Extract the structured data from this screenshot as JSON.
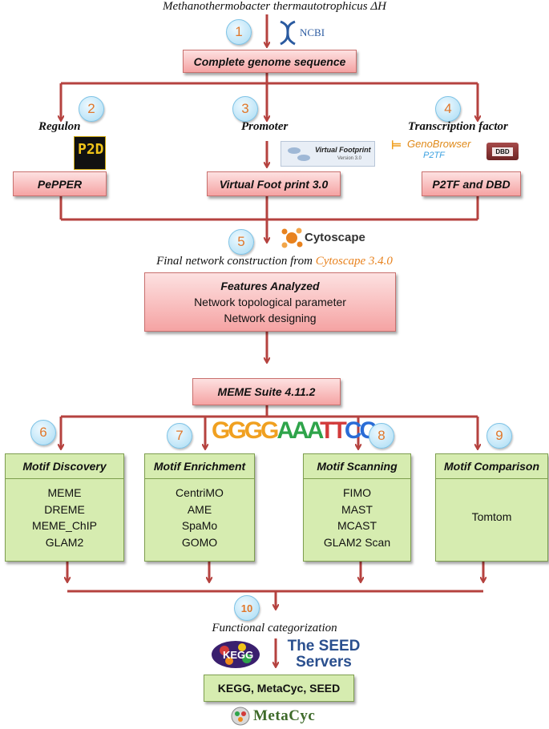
{
  "top_title": "Methanothermobacter thermautotrophicus ΔH",
  "steps": [
    "1",
    "2",
    "3",
    "4",
    "5",
    "6",
    "7",
    "8",
    "9",
    "10"
  ],
  "logos": {
    "ncbi": "NCBI",
    "virtual_footprint": "Virtual Footprint",
    "virtual_footprint_version": "Version 3.0",
    "genobrowser": "GenoBrowser",
    "p2tf_logo": "P2TF",
    "dbd_logo": "DBD",
    "cytoscape": "Cytoscape",
    "seed": [
      "The SEED",
      "Servers"
    ],
    "kegg": "KEGG",
    "metacyc": "MetaCyc"
  },
  "boxes": {
    "genome": "Complete genome sequence",
    "pepper": "PePPER",
    "virtual_footprint": "Virtual Foot print 3.0",
    "p2tf": "P2TF and DBD",
    "meme_suite": "MEME Suite 4.11.2",
    "functional_db": "KEGG, MetaCyc, SEED"
  },
  "labels": {
    "regulon": "Regulon",
    "promoter": "Promoter",
    "tf": "Transcription factor",
    "final_prefix": "Final network construction from ",
    "final_tool": "Cytoscape 3.4.0",
    "functional": "Functional categorization"
  },
  "features": {
    "title": "Features Analyzed",
    "items": [
      "Network topological parameter",
      "Network designing"
    ]
  },
  "motif_logo": "GGGGAAATTCC",
  "motif_groups": [
    {
      "title": "Motif Discovery",
      "items": [
        "MEME",
        "DREME",
        "MEME_ChIP",
        "GLAM2"
      ]
    },
    {
      "title": "Motif Enrichment",
      "items": [
        "CentriMO",
        "AME",
        "SpaMo",
        "GOMO"
      ]
    },
    {
      "title": "Motif Scanning",
      "items": [
        "FIMO",
        "MAST",
        "MCAST",
        "GLAM2 Scan"
      ]
    },
    {
      "title": "Motif Comparison",
      "items": [
        "Tomtom"
      ]
    }
  ],
  "colors": {
    "arrow": "#b5423f",
    "step_number": "#e0772a",
    "pink_box": "#f5a3a3",
    "green_box": "#d6ecb0",
    "cytoscape_orange": "#e8821e"
  }
}
